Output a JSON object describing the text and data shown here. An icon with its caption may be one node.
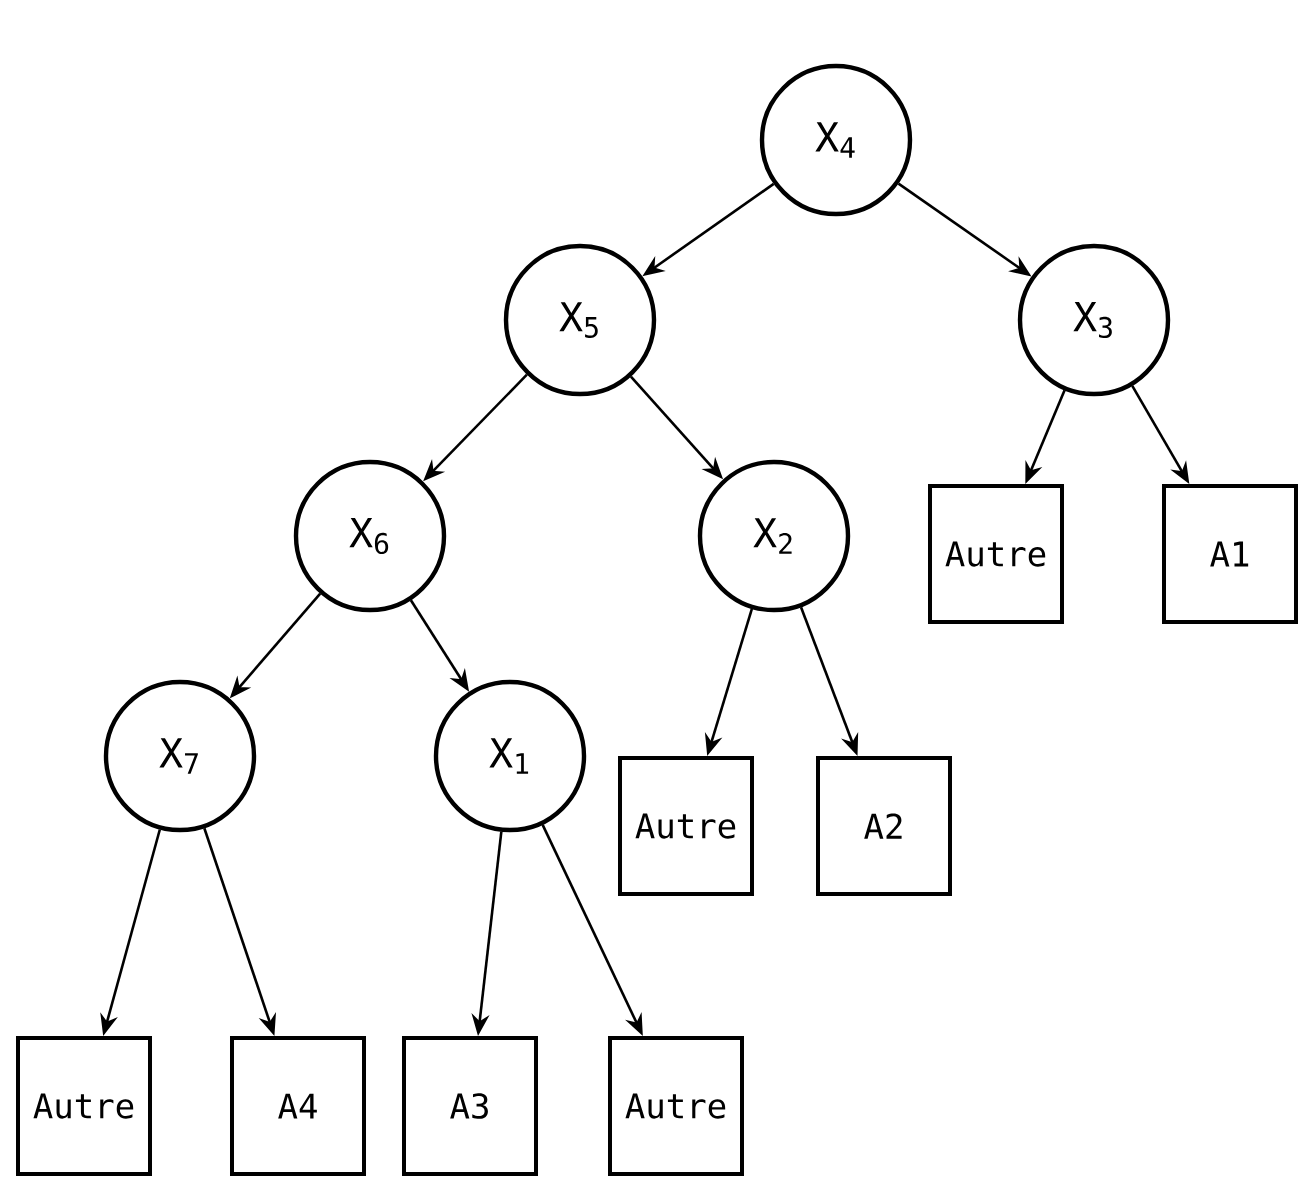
{
  "diagram": {
    "nodes": [
      {
        "text": [
          "X$_{4}$"
        ]
      },
      {
        "text": [
          "X$_{5}$"
        ]
      },
      {
        "text": [
          "X$_{3}$"
        ]
      },
      {
        "text": [
          "X$_{6}$"
        ]
      },
      {
        "text": [
          "X$_{2}$"
        ]
      },
      {
        "text": [
          "Autre"
        ]
      },
      {
        "text": [
          "A1"
        ]
      },
      {
        "text": [
          "X$_{7}$"
        ]
      },
      {
        "text": [
          "X$_{1}$"
        ]
      },
      {
        "text": [
          "Autre"
        ]
      },
      {
        "text": [
          "A2"
        ]
      },
      {
        "text": [
          "Autre"
        ]
      },
      {
        "text": [
          "A4"
        ]
      },
      {
        "text": [
          "A3"
        ]
      },
      {
        "text": [
          "Autre"
        ]
      }
    ],
    "edges": [
      {
        "from": 0,
        "to": 1,
        "arrow": "to"
      },
      {
        "from": 0,
        "to": 2,
        "arrow": "to"
      },
      {
        "from": 1,
        "to": 3,
        "arrow": "to"
      },
      {
        "from": 1,
        "to": 4,
        "arrow": "to"
      },
      {
        "from": 2,
        "to": 5,
        "arrow": "to"
      },
      {
        "from": 2,
        "to": 6,
        "arrow": "to"
      },
      {
        "from": 3,
        "to": 7,
        "arrow": "to"
      },
      {
        "from": 3,
        "to": 8,
        "arrow": "to"
      },
      {
        "from": 4,
        "to": 9,
        "arrow": "to"
      },
      {
        "from": 4,
        "to": 10,
        "arrow": "to"
      },
      {
        "from": 7,
        "to": 11,
        "arrow": "to"
      },
      {
        "from": 7,
        "to": 12,
        "arrow": "to"
      },
      {
        "from": 8,
        "to": 13,
        "arrow": "to"
      },
      {
        "from": 8,
        "to": 14,
        "arrow": "to"
      }
    ]
  }
}
